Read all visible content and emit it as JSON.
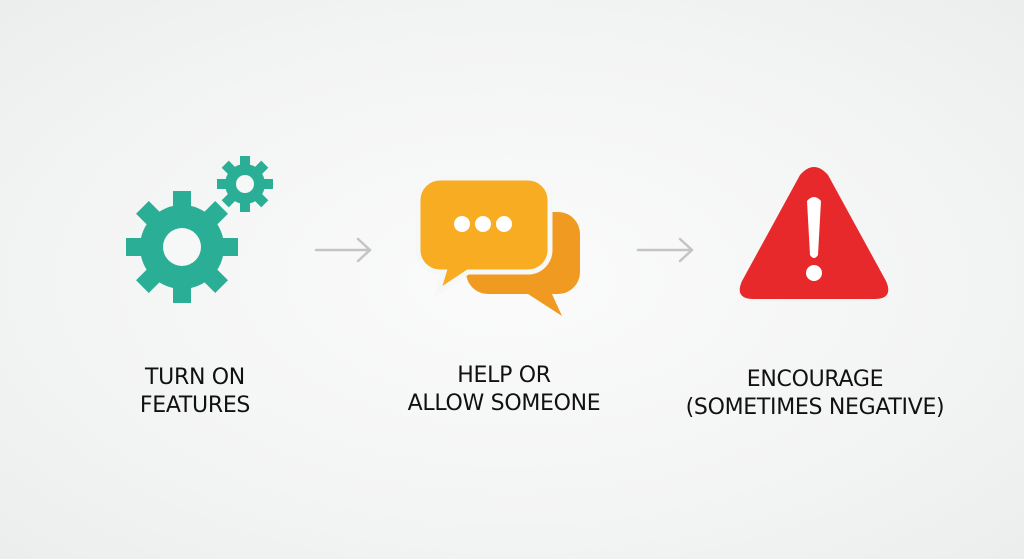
{
  "steps": [
    {
      "icon": "gears-icon",
      "color": "#2bae96",
      "lines": [
        "TURN ON",
        "FEATURES"
      ]
    },
    {
      "icon": "chat-bubbles-icon",
      "color": "#f7ac22",
      "color_secondary": "#f19a21",
      "lines": [
        "HELP OR",
        "ALLOW SOMEONE"
      ]
    },
    {
      "icon": "warning-icon",
      "color": "#e8292b",
      "lines": [
        "ENCOURAGE",
        "(SOMETIMES NEGATIVE)"
      ]
    }
  ],
  "arrows": [
    {
      "icon": "arrow-right-icon",
      "color": "#c4c4c4"
    },
    {
      "icon": "arrow-right-icon",
      "color": "#c4c4c4"
    }
  ]
}
